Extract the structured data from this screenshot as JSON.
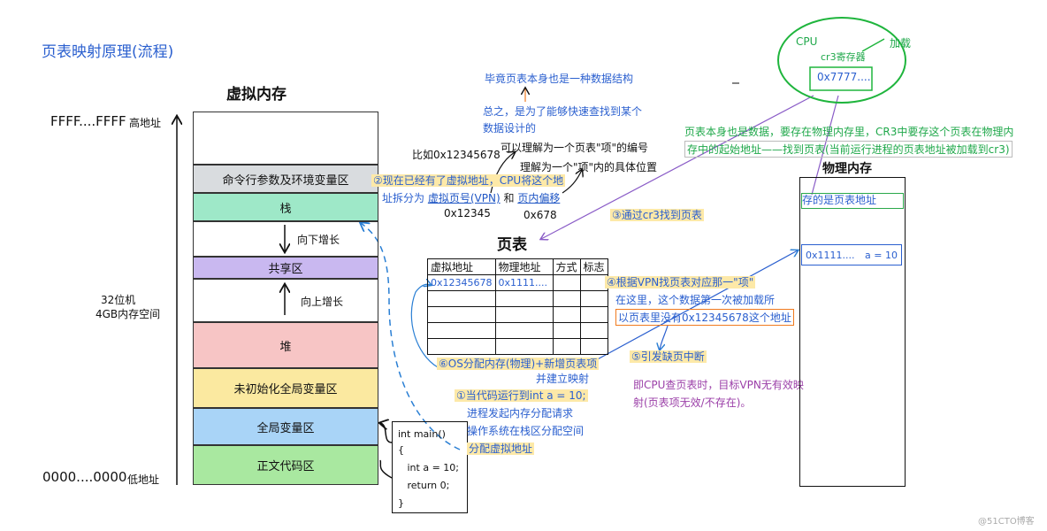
{
  "title": "页表映射原理(流程)",
  "virtual_memory": {
    "heading": "虚拟内存",
    "high_addr_value": "FFFF....FFFF",
    "high_addr_label": "高地址",
    "low_addr_value": "0000....0000",
    "low_addr_label": "低地址",
    "size_line1": "32位机",
    "size_line2": "4GB内存空间",
    "segments": [
      "命令行参数及环境变量区",
      "栈",
      "共享区",
      "堆",
      "未初始化全局变量区",
      "全局变量区",
      "正文代码区"
    ],
    "stack_grow": "向下增长",
    "heap_grow": "向上增长",
    "colors": {
      "cmd": "#d9dcdf",
      "stack": "#9ee8c8",
      "shared": "#c9b8f0",
      "heap": "#f7c5c5",
      "bss": "#fbe9a0",
      "data": "#a9d4f7",
      "text": "#a9e8a0"
    }
  },
  "page_table": {
    "heading": "页表",
    "headers": [
      "虚拟地址",
      "物理地址",
      "方式",
      "标志"
    ],
    "rows": [
      [
        "0x12345678",
        "0x1111....",
        "",
        ""
      ],
      [
        "",
        "",
        "",
        ""
      ],
      [
        "",
        "",
        "",
        ""
      ],
      [
        "",
        "",
        "",
        ""
      ],
      [
        "",
        "",
        "",
        ""
      ]
    ]
  },
  "physical_memory": {
    "heading": "物理内存",
    "pt_store_label": "存的是页表地址",
    "entry_addr": "0x1111....",
    "entry_value": "a = 10"
  },
  "cpu": {
    "label": "CPU",
    "register_label": "cr3寄存器",
    "register_value": "0x7777....",
    "load_label": "加载"
  },
  "notes": {
    "data_struct": "毕竟页表本身也是一种数据结构",
    "purpose_line1": "总之，是为了能够快速查找到某个",
    "purpose_line2": "数据设计的",
    "example": "比如0x12345678",
    "vpn_meaning": "可以理解为一个页表\"项\"的编号",
    "offset_meaning": "理解为一个\"项\"内的具体位置",
    "step2_line1": "②现在已经有了虚拟地址，CPU将这个地",
    "step2_line2_a": "址拆分为",
    "step2_vpn": "虚拟页号(VPN)",
    "step2_and": "和",
    "step2_offset": "页内偏移",
    "vpn_value": "0x12345",
    "offset_value": "0x678",
    "step3": "③通过cr3找到页表",
    "cr3_note_line1": "页表本身也是数据，要存在物理内存里，CR3中要存这个页表在物理内",
    "cr3_note_line2": "存中的起始地址——找到页表(当前运行进程的页表地址被加载到cr3)",
    "step4_line1": "④根据VPN找页表对应那一\"项\"",
    "step4_line2": "在这里，这个数据第一次被加载所",
    "step4_line3": "以页表里没有0x12345678这个地址",
    "step5": "⑤引发缺页中断",
    "step5_explain_line1": "即CPU查页表时，目标VPN无有效映",
    "step5_explain_line2": "射(页表项无效/不存在)。",
    "step6_line1": "⑥OS分配内存(物理)+新增页表项",
    "step6_line2": "并建立映射",
    "step1_line1": "①当代码运行到int  a = 10;",
    "step1_line2": "进程发起内存分配请求",
    "step1_line3": "操作系统在栈区分配空间",
    "step1_line4": "分配虚拟地址"
  },
  "code": {
    "lines": [
      "int main()",
      "{",
      "   int a = 10;",
      "   return 0;",
      "}"
    ]
  },
  "watermark": "@51CTO博客"
}
